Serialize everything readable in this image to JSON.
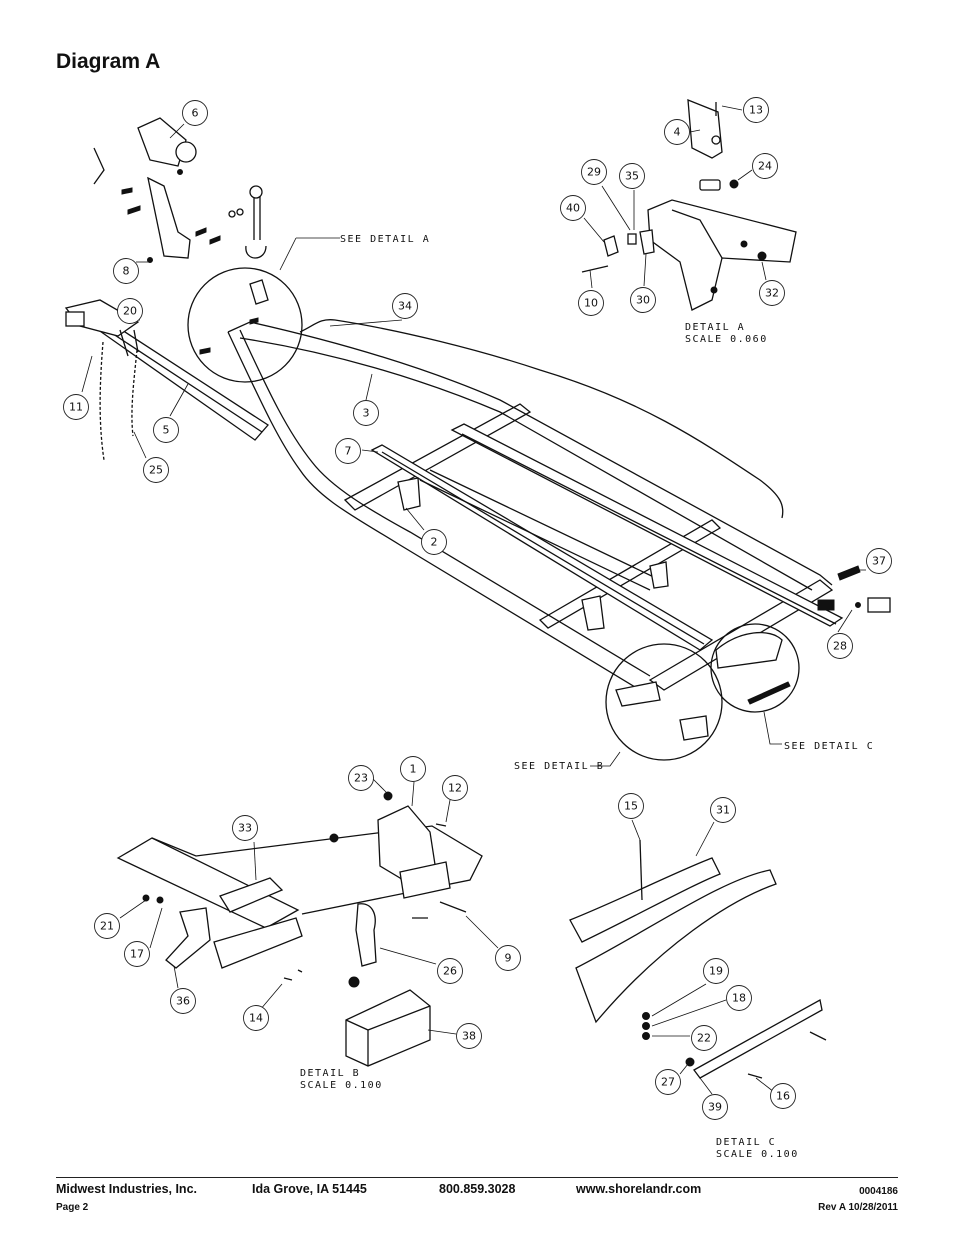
{
  "title": "Diagram A",
  "callouts": {
    "c6": "6",
    "c13": "13",
    "c4": "4",
    "c24": "24",
    "c29": "29",
    "c35": "35",
    "c40": "40",
    "c10": "10",
    "c30": "30",
    "c32": "32",
    "c8": "8",
    "c34": "34",
    "c20": "20",
    "c11": "11",
    "c5": "5",
    "c25": "25",
    "c3": "3",
    "c7": "7",
    "c2": "2",
    "c37": "37",
    "c28": "28",
    "c23": "23",
    "c1": "1",
    "c12": "12",
    "c33": "33",
    "c21": "21",
    "c17": "17",
    "c36": "36",
    "c14": "14",
    "c26": "26",
    "c9": "9",
    "c38": "38",
    "c15": "15",
    "c31": "31",
    "c19": "19",
    "c18": "18",
    "c22": "22",
    "c27": "27",
    "c39": "39",
    "c16": "16"
  },
  "labels": {
    "see_detail_a": "SEE DETAIL A",
    "see_detail_b": "SEE DETAIL B",
    "see_detail_c": "SEE DETAIL C",
    "detail_a": "DETAIL A",
    "scale_a": "SCALE 0.060",
    "detail_b": "DETAIL B",
    "scale_b": "SCALE 0.100",
    "detail_c": "DETAIL C",
    "scale_c": "SCALE 0.100"
  },
  "footer": {
    "company": "Midwest Industries, Inc.",
    "city": "Ida Grove, IA  51445",
    "phone": "800.859.3028",
    "website": "www.shorelandr.com",
    "doc_number": "0004186",
    "page": "Page 2",
    "revision": "Rev A 10/28/2011"
  }
}
